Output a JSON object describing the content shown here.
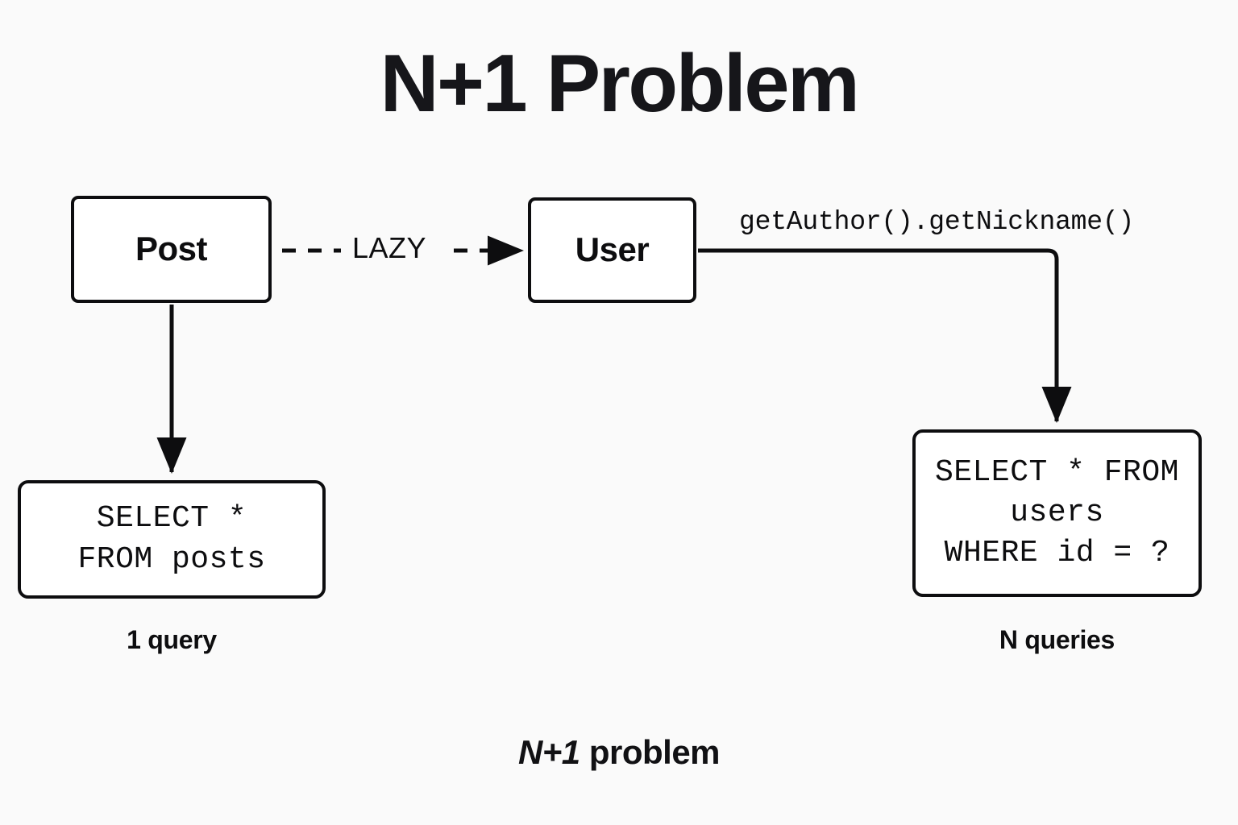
{
  "title": "N+1 Problem",
  "background_color": "#fafafa",
  "stroke_color": "#0d0d0f",
  "node_fill_color": "#ffffff",
  "nodes": [
    {
      "id": "post",
      "label": "Post"
    },
    {
      "id": "user",
      "label": "User"
    }
  ],
  "sql_boxes": [
    {
      "id": "posts-query",
      "lines": [
        "SELECT *",
        "FROM posts"
      ],
      "caption": "1 query"
    },
    {
      "id": "users-query",
      "lines": [
        "SELECT * FROM",
        "users",
        "WHERE id = ?"
      ],
      "caption": "N queries"
    }
  ],
  "edges": [
    {
      "id": "post-to-user",
      "from": "post",
      "to": "user",
      "label": "LAZY",
      "style": "dashed",
      "arrow": true
    },
    {
      "id": "post-to-posts-query",
      "from": "post",
      "to": "posts-query",
      "label": "",
      "style": "solid",
      "arrow": true
    },
    {
      "id": "user-to-users-query",
      "from": "user",
      "to": "users-query",
      "label": "getAuthor().getNickname()",
      "style": "solid",
      "arrow": true
    }
  ],
  "bottom_caption": {
    "emphasis": "N+1",
    "rest": " problem"
  }
}
